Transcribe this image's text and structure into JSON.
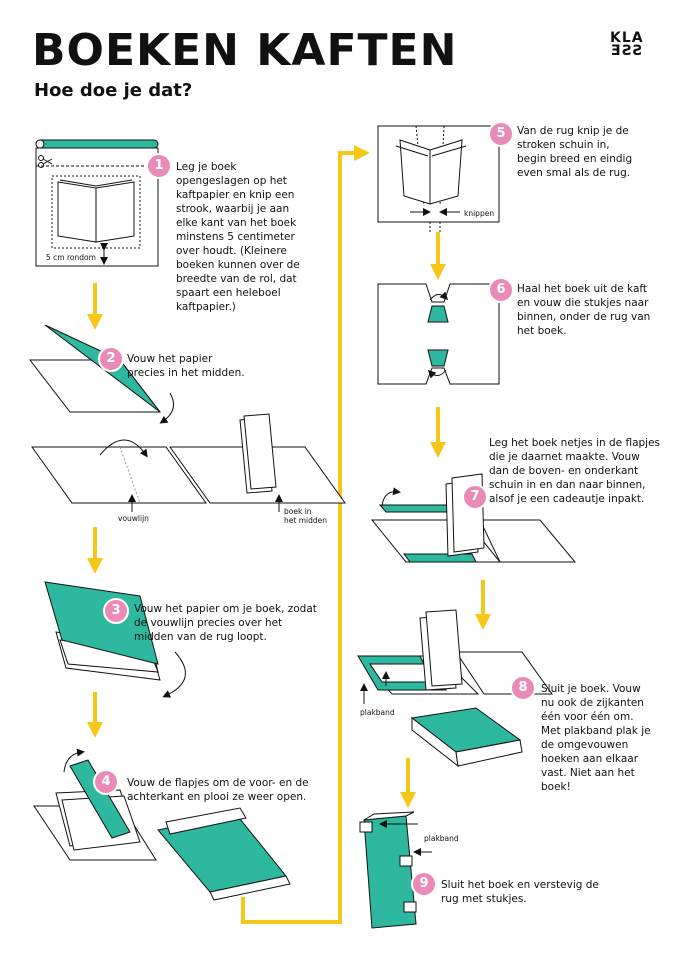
{
  "header": {
    "title": "BOEKEN KAFTEN",
    "subtitle": "Hoe doe je dat?",
    "logo_line1": "KLA",
    "logo_line2": "SSE"
  },
  "colors": {
    "accent_yellow": "#f6c619",
    "paper_green": "#2fb8a0",
    "badge_pink": "#e98ab9"
  },
  "steps": [
    {
      "number": "1",
      "text": "Leg je boek opengeslagen op het kaftpapier en knip een strook, waarbij je aan elke kant van het boek minstens 5 centimeter over houdt. (Kleinere boeken kunnen over de breedte van de rol, dat spaart een heleboel kaftpapier.)"
    },
    {
      "number": "2",
      "text": "Vouw het papier precies in het midden."
    },
    {
      "number": "3",
      "text": "Vouw het papier om je boek, zodat de vouwlijn precies over het midden van de rug loopt."
    },
    {
      "number": "4",
      "text": "Vouw de flapjes om de voor- en de achterkant en plooi ze weer open."
    },
    {
      "number": "5",
      "text": "Van de rug knip je de stroken schuin in, begin breed en eindig even smal als de rug."
    },
    {
      "number": "6",
      "text": "Haal het boek uit de kaft en vouw die stukjes naar binnen, onder de rug van het boek."
    },
    {
      "number": "7",
      "text": "Leg het boek netjes in de flapjes die je daarnet maakte. Vouw dan de boven- en onderkant schuin in en dan naar binnen, alsof je een cadeautje inpakt."
    },
    {
      "number": "8",
      "text": "Sluit je boek. Vouw nu ook de zijkanten één voor één om. Met plakband plak je de omgevouwen hoeken aan elkaar vast. Niet aan het boek!"
    },
    {
      "number": "9",
      "text": "Sluit het boek en verstevig de rug met stukjes."
    }
  ],
  "labels": {
    "rondom": "5 cm rondom",
    "vouwlijn": "vouwlijn",
    "boek_in": "boek in",
    "het_midden": "het midden",
    "knippen": "knippen",
    "plakband_8": "plakband",
    "plakband_9": "plakband"
  }
}
